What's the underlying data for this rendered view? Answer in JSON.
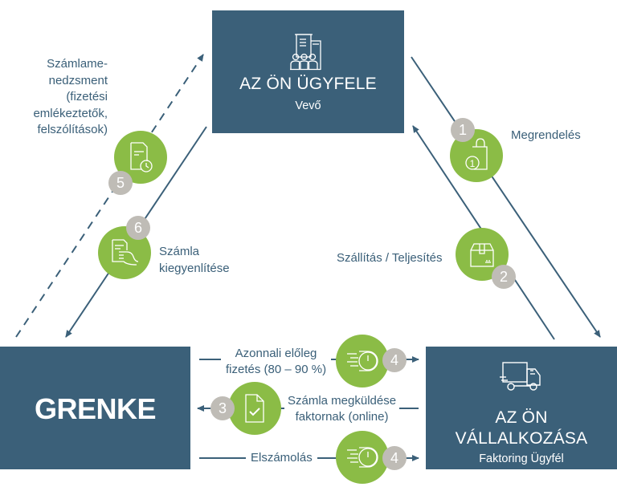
{
  "colors": {
    "box": "#3b6079",
    "step_circle": "#8bbc46",
    "badge": "#bfbcb6",
    "line": "#3b6079",
    "text": "#3a5f78"
  },
  "customer": {
    "icon": "people-building-icon",
    "title": "AZ ÖN ÜGYFELE",
    "subtitle": "Vevő"
  },
  "grenke": {
    "logo_text": "GRENKE"
  },
  "business": {
    "icon": "delivery-truck-icon",
    "title_line1": "AZ ÖN",
    "title_line2": "VÁLLALKOZÁSA",
    "subtitle": "Faktoring Ügyfél"
  },
  "steps": [
    {
      "number": "1",
      "icon": "shopping-bag-coin-icon",
      "label": "Megrendelés"
    },
    {
      "number": "2",
      "icon": "package-box-icon",
      "label": "Szállítás / Teljesítés"
    },
    {
      "number": "3",
      "icon": "document-check-icon",
      "label_line1": "Számla megküldése",
      "label_line2": "faktornak (online)"
    },
    {
      "number": "4",
      "icon": "fast-clock-icon",
      "label_line1": "Azonnali előleg",
      "label_line2": "fizetés (80 – 90 %)"
    },
    {
      "number": "4",
      "icon": "fast-clock-icon",
      "label": "Elszámolás"
    },
    {
      "number": "5",
      "icon": "document-clock-icon",
      "label_lines": [
        "Számlame-",
        "nedzsment",
        "(fizetési",
        "emlékeztetők,",
        "felszólítások)"
      ]
    },
    {
      "number": "6",
      "icon": "hand-document-icon",
      "label_line1": "Számla",
      "label_line2": "kiegyenlítése"
    }
  ]
}
